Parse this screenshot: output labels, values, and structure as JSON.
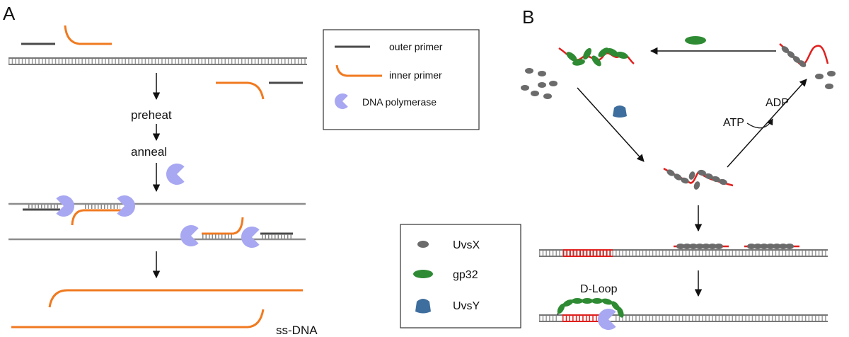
{
  "panel_a": {
    "letter": "A",
    "steps": [
      "preheat",
      "anneal"
    ],
    "product_label": "ss-DNA"
  },
  "legend_a": {
    "outer_primer": "outer primer",
    "inner_primer": "inner primer",
    "polymerase": "DNA polymerase"
  },
  "panel_b": {
    "letter": "B",
    "atp": "ATP",
    "adp": "ADP",
    "dloop": "D-Loop"
  },
  "legend_b": {
    "uvsx": "UvsX",
    "gp32": "gp32",
    "uvsy": "UvsY"
  },
  "colors": {
    "orange": "#F07A20",
    "dark_gray": "#4a4a4a",
    "light_gray": "#8c8c8c",
    "polymerase": "#A7A7F2",
    "gp32": "#2E8B33",
    "uvsx": "#6b6b6b",
    "uvsy": "#3E6E9E",
    "red": "#E0201E"
  }
}
